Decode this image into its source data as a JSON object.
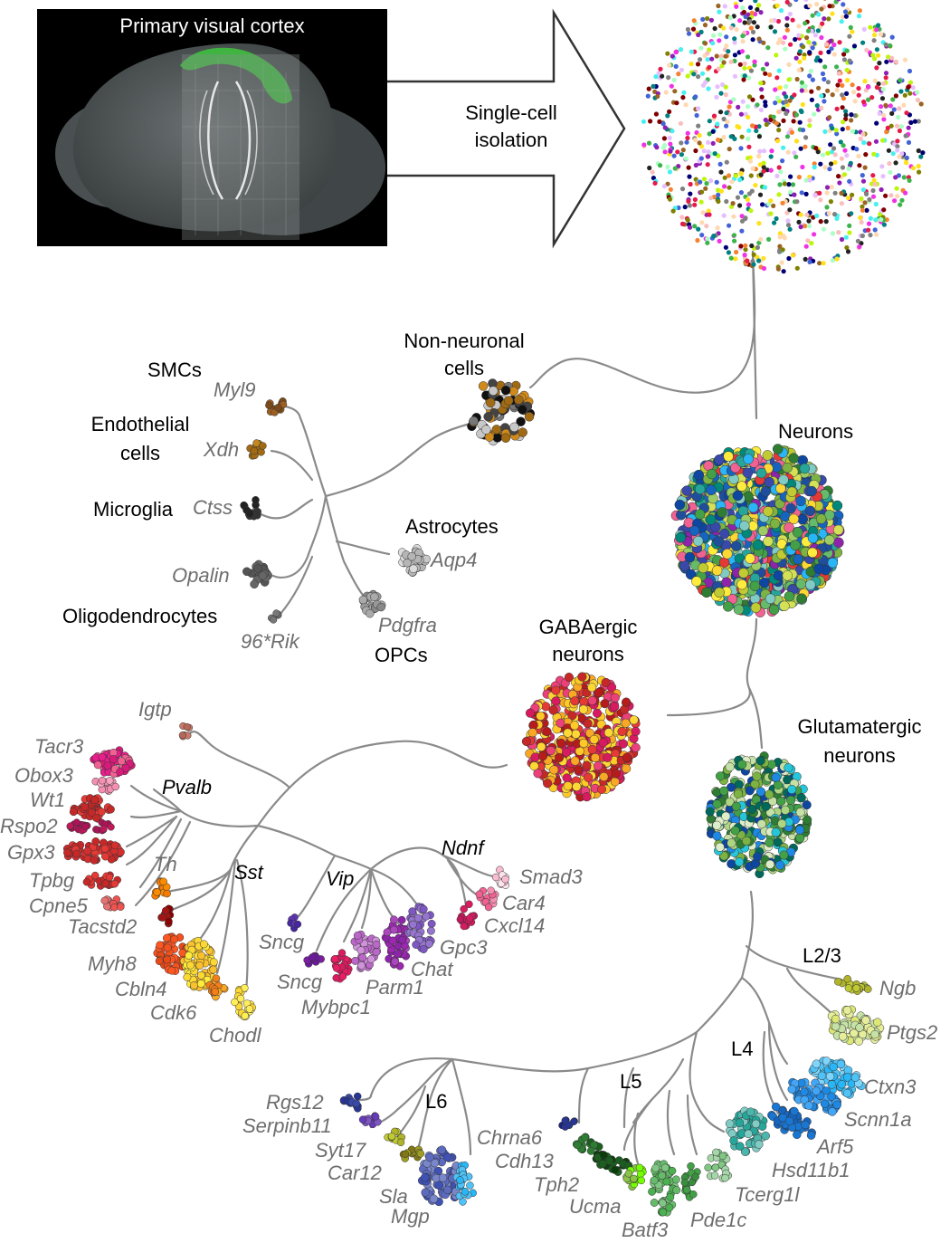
{
  "header": {
    "panel_title": "Primary visual cortex",
    "isolation_line1": "Single-cell",
    "isolation_line2": "isolation"
  },
  "nodes": {
    "non_neuronal_line1": "Non-neuronal",
    "non_neuronal_line2": "cells",
    "neurons": "Neurons",
    "gabaergic_line1": "GABAergic",
    "gabaergic_line2": "neurons",
    "glutamatergic_line1": "Glutamatergic",
    "glutamatergic_line2": "neurons"
  },
  "non_neuronal": {
    "smcs": "SMCs",
    "myl9": "Myl9",
    "endothelial_line1": "Endothelial",
    "endothelial_line2": "cells",
    "xdh": "Xdh",
    "microglia": "Microglia",
    "ctss": "Ctss",
    "astrocytes": "Astrocytes",
    "aqp4": "Aqp4",
    "opalin": "Opalin",
    "oligodendrocytes": "Oligodendrocytes",
    "rik": "96*Rik",
    "pdgfra": "Pdgfra",
    "opcs": "OPCs"
  },
  "gabaergic": {
    "igtp": "Igtp",
    "tacr3": "Tacr3",
    "obox3": "Obox3",
    "pvalb": "Pvalb",
    "wt1": "Wt1",
    "rspo2": "Rspo2",
    "gpx3": "Gpx3",
    "tpbg": "Tpbg",
    "cpne5": "Cpne5",
    "tacstd2": "Tacstd2",
    "th": "Th",
    "sst": "Sst",
    "vip": "Vip",
    "ndnf": "Ndnf",
    "smad3": "Smad3",
    "car4": "Car4",
    "cxcl14": "Cxcl14",
    "gpc3": "Gpc3",
    "chat": "Chat",
    "parm1": "Parm1",
    "mybpc1": "Mybpc1",
    "sncg_a": "Sncg",
    "sncg_b": "Sncg",
    "myh8": "Myh8",
    "cbln4": "Cbln4",
    "cdk6": "Cdk6",
    "chodl": "Chodl"
  },
  "glutamatergic": {
    "l23": "L2/3",
    "ngb": "Ngb",
    "ptgs2": "Ptgs2",
    "l4": "L4",
    "ctxn3": "Ctxn3",
    "scnn1a": "Scnn1a",
    "arf5": "Arf5",
    "hsd11b1": "Hsd11b1",
    "tcerg1l": "Tcerg1l",
    "l5": "L5",
    "chrna6": "Chrna6",
    "cdh13": "Cdh13",
    "tph2": "Tph2",
    "ucma": "Ucma",
    "batf3": "Batf3",
    "pde1c": "Pde1c",
    "l6": "L6",
    "rgs12": "Rgs12",
    "serpinb11": "Serpinb11",
    "syt17": "Syt17",
    "car12": "Car12",
    "sla": "Sla",
    "mgp": "Mgp"
  },
  "colors": {
    "branch": "#8a8a8a",
    "gene_label": "#6e6e6e",
    "brain_highlight": "#3fbf3f",
    "panel_bg": "#000000"
  }
}
